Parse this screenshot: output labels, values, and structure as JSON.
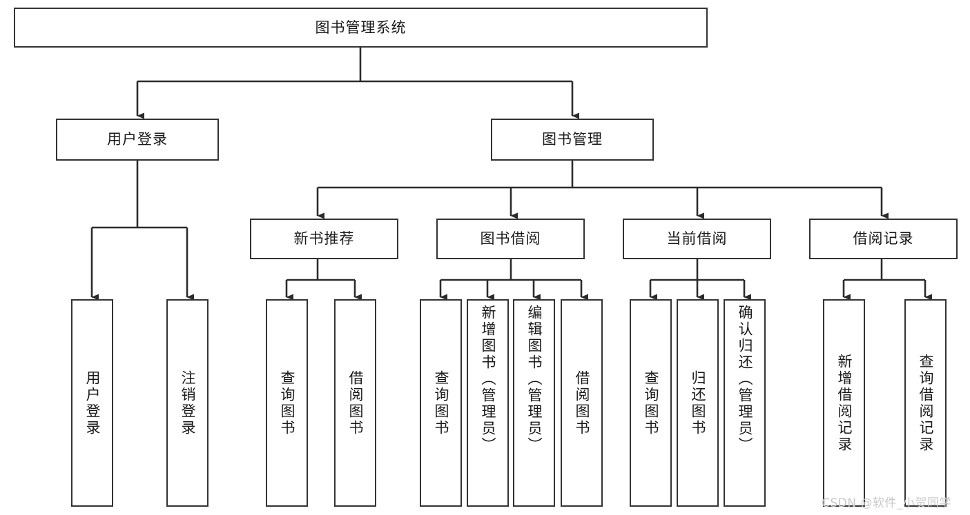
{
  "diagram": {
    "type": "tree-hierarchy",
    "title_node": {
      "id": "root",
      "label": "图书管理系统"
    },
    "level2": [
      {
        "id": "user-login",
        "label": "用户登录"
      },
      {
        "id": "book-manage",
        "label": "图书管理"
      }
    ],
    "level3": [
      {
        "id": "new-book-rec",
        "label": "新书推荐",
        "parent": "book-manage"
      },
      {
        "id": "book-borrow",
        "label": "图书借阅",
        "parent": "book-manage"
      },
      {
        "id": "current-borrow",
        "label": "当前借阅",
        "parent": "book-manage"
      },
      {
        "id": "borrow-record",
        "label": "借阅记录",
        "parent": "book-manage"
      }
    ],
    "leaves": {
      "user-login": [
        {
          "id": "leaf-user-login",
          "label": "用户登录"
        },
        {
          "id": "leaf-user-logout",
          "label": "注销登录"
        }
      ],
      "new-book-rec": [
        {
          "id": "leaf-query-book-1",
          "label": "查询图书"
        },
        {
          "id": "leaf-borrow-book-1",
          "label": "借阅图书"
        }
      ],
      "book-borrow": [
        {
          "id": "leaf-query-book-2",
          "label": "查询图书"
        },
        {
          "id": "leaf-add-book",
          "label": "新增图书（管理员）"
        },
        {
          "id": "leaf-edit-book",
          "label": "编辑图书（管理员）"
        },
        {
          "id": "leaf-borrow-book-2",
          "label": "借阅图书"
        }
      ],
      "current-borrow": [
        {
          "id": "leaf-query-book-3",
          "label": "查询图书"
        },
        {
          "id": "leaf-return-book",
          "label": "归还图书"
        },
        {
          "id": "leaf-confirm-return",
          "label": "确认归还（管理员）"
        }
      ],
      "borrow-record": [
        {
          "id": "leaf-add-record",
          "label": "新增借阅记录"
        },
        {
          "id": "leaf-query-record",
          "label": "查询借阅记录"
        }
      ]
    }
  },
  "watermark": {
    "text": "CSDN @软件_小贺同学"
  },
  "colors": {
    "border": "#333333",
    "text": "#1a1a1a",
    "background": "#ffffff",
    "connector": "#2b2b2b",
    "watermark": "#c9c9c9"
  }
}
